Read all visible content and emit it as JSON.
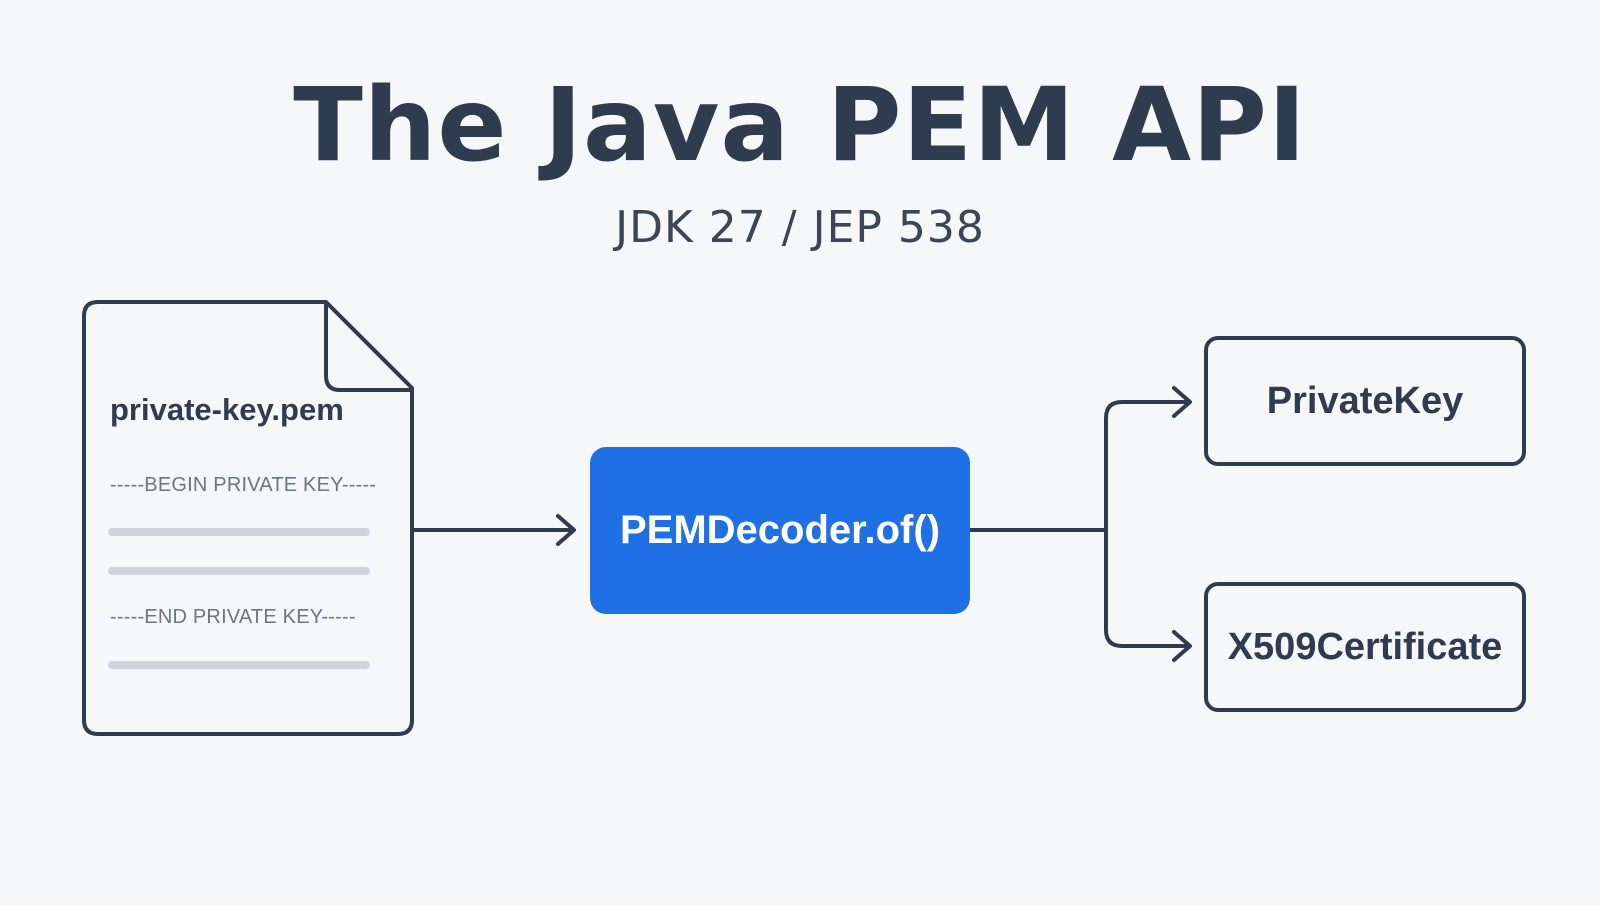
{
  "title": "The Java PEM API",
  "subtitle": "JDK 27 / JEP 538",
  "file": {
    "name": "private-key.pem",
    "begin_line": "-----BEGIN PRIVATE KEY-----",
    "end_line": "-----END PRIVATE KEY-----"
  },
  "decoder": {
    "label": "PEMDecoder.of()",
    "color": "#1f6fe5"
  },
  "outputs": [
    {
      "label": "PrivateKey"
    },
    {
      "label": "X509Certificate"
    }
  ],
  "colors": {
    "background": "#f6f7f9",
    "ink": "#2f3b4f",
    "accent": "#1f6fe5",
    "placeholder_line": "#cfd4dc"
  }
}
